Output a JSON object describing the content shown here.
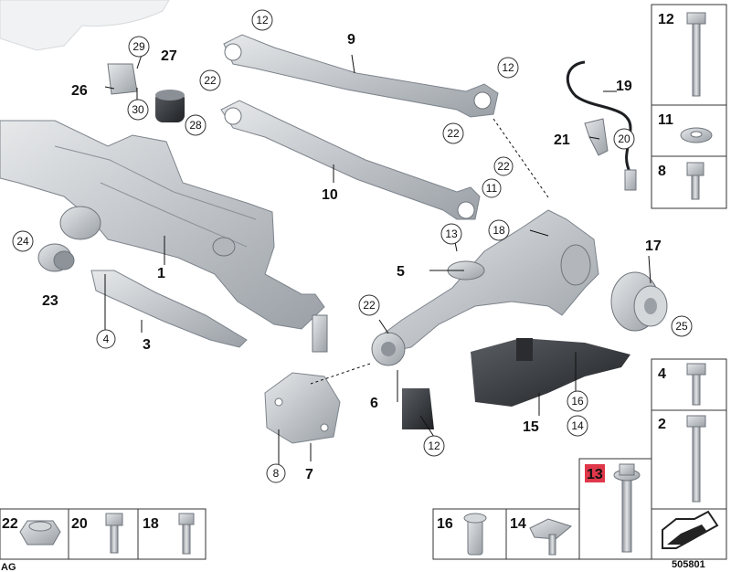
{
  "diagram_number": "505801",
  "corner_text": "AG",
  "colors": {
    "highlight": "#e0374a",
    "part_fill": "#c9ccd0",
    "part_dark": "#3a3d41",
    "outline": "#333333"
  },
  "callouts": {
    "c1": "1",
    "c3": "3",
    "c4": "4",
    "c5": "5",
    "c6": "6",
    "c7": "7",
    "c8": "8",
    "c9": "9",
    "c10": "10",
    "c11": "11",
    "c12a": "12",
    "c12b": "12",
    "c12c": "12",
    "c13": "13",
    "c14": "14",
    "c15": "15",
    "c16": "16",
    "c17": "17",
    "c18": "18",
    "c19": "19",
    "c20": "20",
    "c21": "21",
    "c22a": "22",
    "c22b": "22",
    "c22c": "22",
    "c22d": "22",
    "c23": "23",
    "c24": "24",
    "c25": "25",
    "c26": "26",
    "c27": "27",
    "c28": "28",
    "c29": "29",
    "c30": "30"
  },
  "legend_boxes": {
    "b12": "12",
    "b11": "11",
    "b8": "8",
    "b4": "4",
    "b2": "2",
    "b13": "13",
    "b16": "16",
    "b14": "14",
    "b22": "22",
    "b20": "20",
    "b18": "18"
  },
  "highlighted_part": "13"
}
